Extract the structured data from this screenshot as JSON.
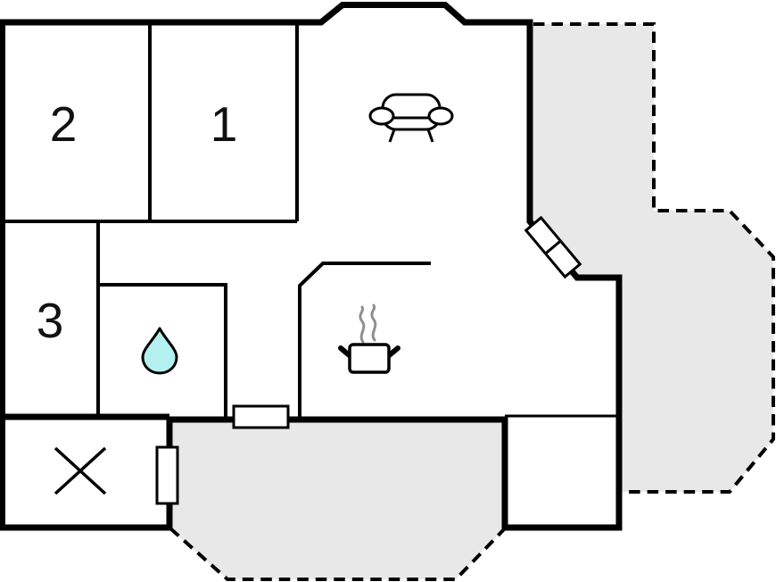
{
  "rooms": [
    {
      "id": "room-1",
      "label": "1"
    },
    {
      "id": "room-2",
      "label": "2"
    },
    {
      "id": "room-3",
      "label": "3"
    }
  ],
  "fixtures": {
    "living_room": "sofa-icon",
    "kitchen": "cooking-pot-icon",
    "bathroom": "water-drop-icon",
    "entry": "cross-mark-icon"
  },
  "areas": {
    "terrace_right": "terrace",
    "terrace_bottom": "terrace"
  },
  "colors": {
    "wall": "#000000",
    "floor": "#ffffff",
    "terrace": "#e8e8e8",
    "water": "#b5f0f0",
    "steam": "#8f8f8f",
    "label": "#111111"
  }
}
